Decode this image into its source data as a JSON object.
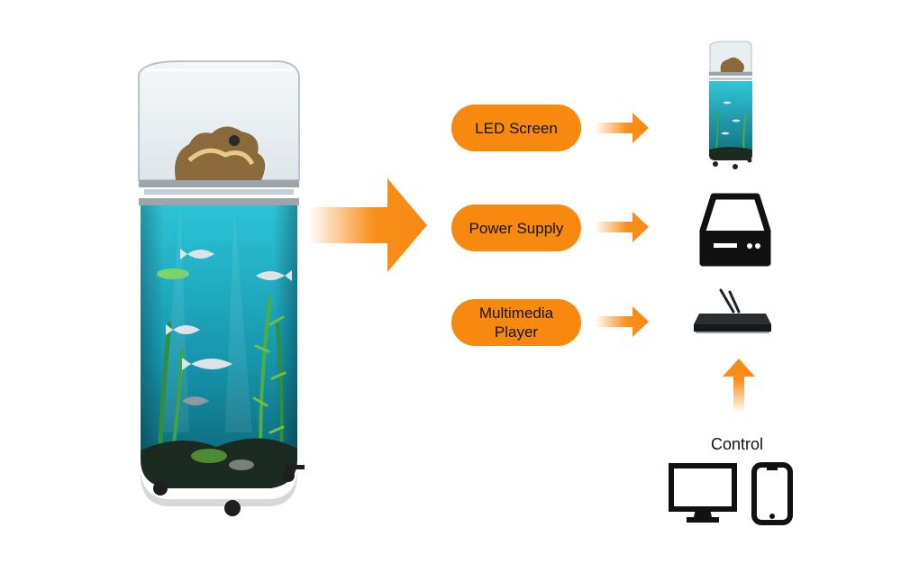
{
  "components": [
    {
      "label": "LED Screen",
      "icon": "led-screen-display-icon"
    },
    {
      "label": "Power Supply",
      "icon": "power-supply-icon"
    },
    {
      "label": "Multimedia\nPlayer",
      "icon": "multimedia-player-icon"
    }
  ],
  "control": {
    "label": "Control",
    "icons": [
      "monitor-icon",
      "smartphone-icon"
    ]
  },
  "colors": {
    "accent": "#f7890f",
    "icon": "#111111",
    "water": "#1fb3c9"
  }
}
